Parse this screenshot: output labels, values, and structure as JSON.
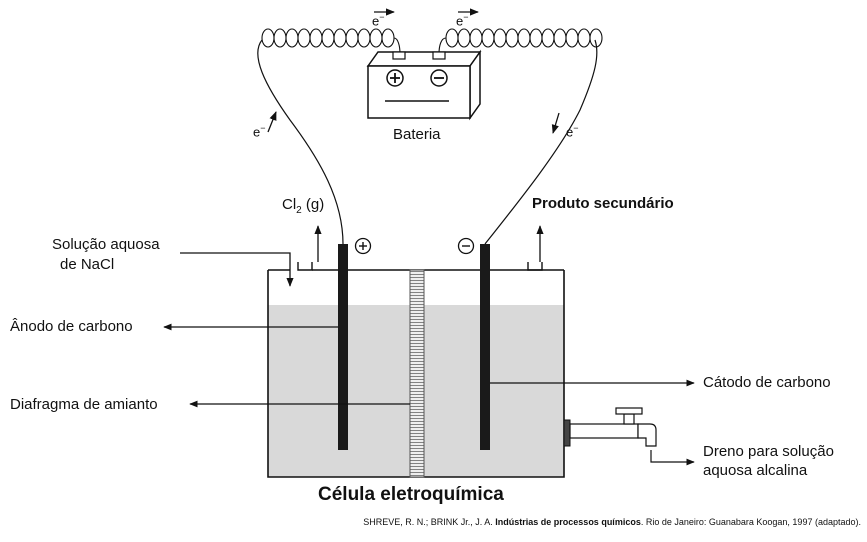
{
  "battery": {
    "label": "Bateria",
    "positive": "+",
    "negative": "−"
  },
  "electron": {
    "symbol": "e",
    "charge": "−"
  },
  "gases": {
    "chlorine_main": "Cl",
    "chlorine_sub": "2",
    "chlorine_state": " (g)"
  },
  "labels": {
    "byproduct": "Produto secundário",
    "solution_line1": "Solução aquosa",
    "solution_line2": "de NaCl",
    "anode": "Ânodo de carbono",
    "diaphragm": "Diafragma de amianto",
    "cathode": "Cátodo de carbono",
    "drain_line1": "Dreno para solução",
    "drain_line2": "aquosa alcalina"
  },
  "caption": "Célula eletroquímica",
  "credit": {
    "authors": "SHREVE, R. N.; BRINK Jr., J. A. ",
    "title": "Indústrias de processos químicos",
    "rest": ". Rio de Janeiro: Guanabara Koogan, 1997 (adaptado)."
  },
  "colors": {
    "liquid": "#d9d9d9",
    "electrode": "#1a1a1a",
    "line": "#111111"
  }
}
